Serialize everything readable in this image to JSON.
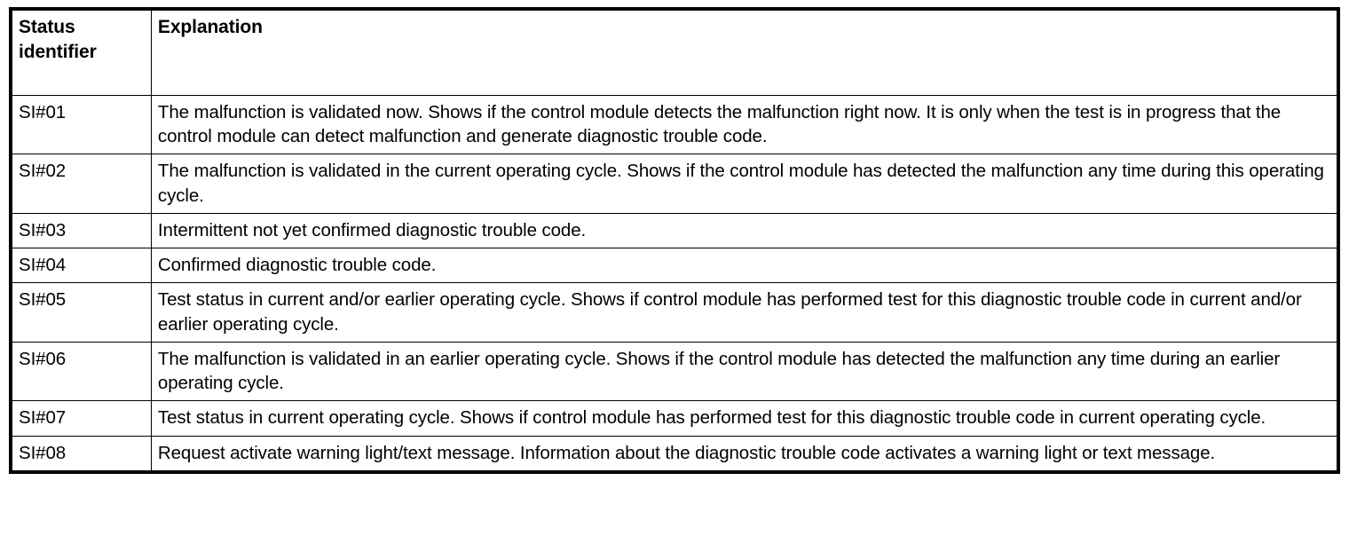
{
  "table": {
    "columns": [
      {
        "key": "status_identifier",
        "label": "Status\nidentifier"
      },
      {
        "key": "explanation",
        "label": "Explanation"
      }
    ],
    "headers": {
      "status_identifier": "Status identifier",
      "status_identifier_line1": "Status",
      "status_identifier_line2": "identifier",
      "explanation": "Explanation"
    },
    "rows": [
      {
        "id": "SI#01",
        "explanation": "The malfunction is validated now. Shows if the control module detects the malfunction right now. It is only when the test is in progress that the control module can detect malfunction and generate diagnostic trouble code."
      },
      {
        "id": "SI#02",
        "explanation": "The malfunction is validated in the current operating cycle. Shows if the control module has detected the malfunction any time during this operating cycle."
      },
      {
        "id": "SI#03",
        "explanation": "Intermittent not yet confirmed diagnostic trouble code."
      },
      {
        "id": "SI#04",
        "explanation": "Confirmed diagnostic trouble code."
      },
      {
        "id": "SI#05",
        "explanation": "Test status in current and/or earlier operating cycle. Shows if control module has performed test for this diagnostic trouble code in current and/or earlier operating cycle."
      },
      {
        "id": "SI#06",
        "explanation": "The malfunction is validated in an earlier operating cycle. Shows if the control module has detected the malfunction any time during an earlier operating cycle."
      },
      {
        "id": "SI#07",
        "explanation": "Test status in current operating cycle. Shows if control module has performed test for this diagnostic trouble code in current operating cycle."
      },
      {
        "id": "SI#08",
        "explanation": "Request activate warning light/text message. Information about the diagnostic trouble code activates a warning light or text message."
      }
    ]
  },
  "colors": {
    "border": "#000000",
    "text": "#000000",
    "background": "#ffffff"
  }
}
